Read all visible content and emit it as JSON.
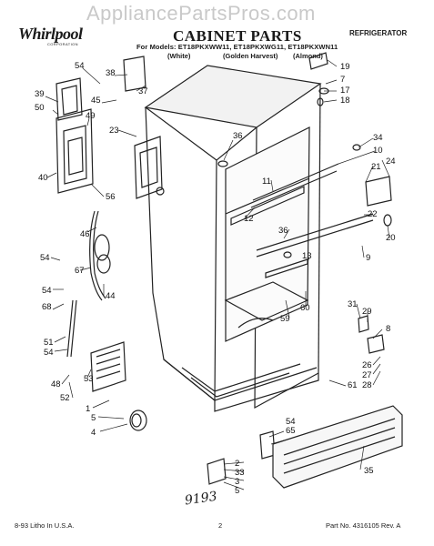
{
  "header": {
    "watermark": "AppliancePartsPros.com",
    "logo": "Whirlpool",
    "logo_sub": "CORPORATION",
    "title": "CABINET PARTS",
    "category": "REFRIGERATOR",
    "models_line": "For Models: ET18PKXWW11, ET18PKXWG11, ET18PKXWN11",
    "color_white": "(White)",
    "color_golden": "(Golden Harvest)",
    "color_almond": "(Almond)"
  },
  "callouts": [
    "54",
    "38",
    "39",
    "50",
    "49",
    "45",
    "37",
    "19",
    "7",
    "17",
    "18",
    "23",
    "36",
    "34",
    "10",
    "40",
    "56",
    "11",
    "21",
    "24",
    "12",
    "22",
    "46",
    "54",
    "67",
    "36",
    "13",
    "54",
    "68",
    "44",
    "20",
    "9",
    "59",
    "60",
    "31",
    "29",
    "8",
    "51",
    "54",
    "53",
    "48",
    "52",
    "1",
    "5",
    "4",
    "54",
    "65",
    "2",
    "33",
    "3",
    "5",
    "26",
    "27",
    "28",
    "61",
    "35"
  ],
  "handwritten_note": "9193",
  "footer": {
    "left": "8-93 Litho In U.S.A.",
    "center": "2",
    "right": "Part No. 4316105 Rev. A"
  }
}
